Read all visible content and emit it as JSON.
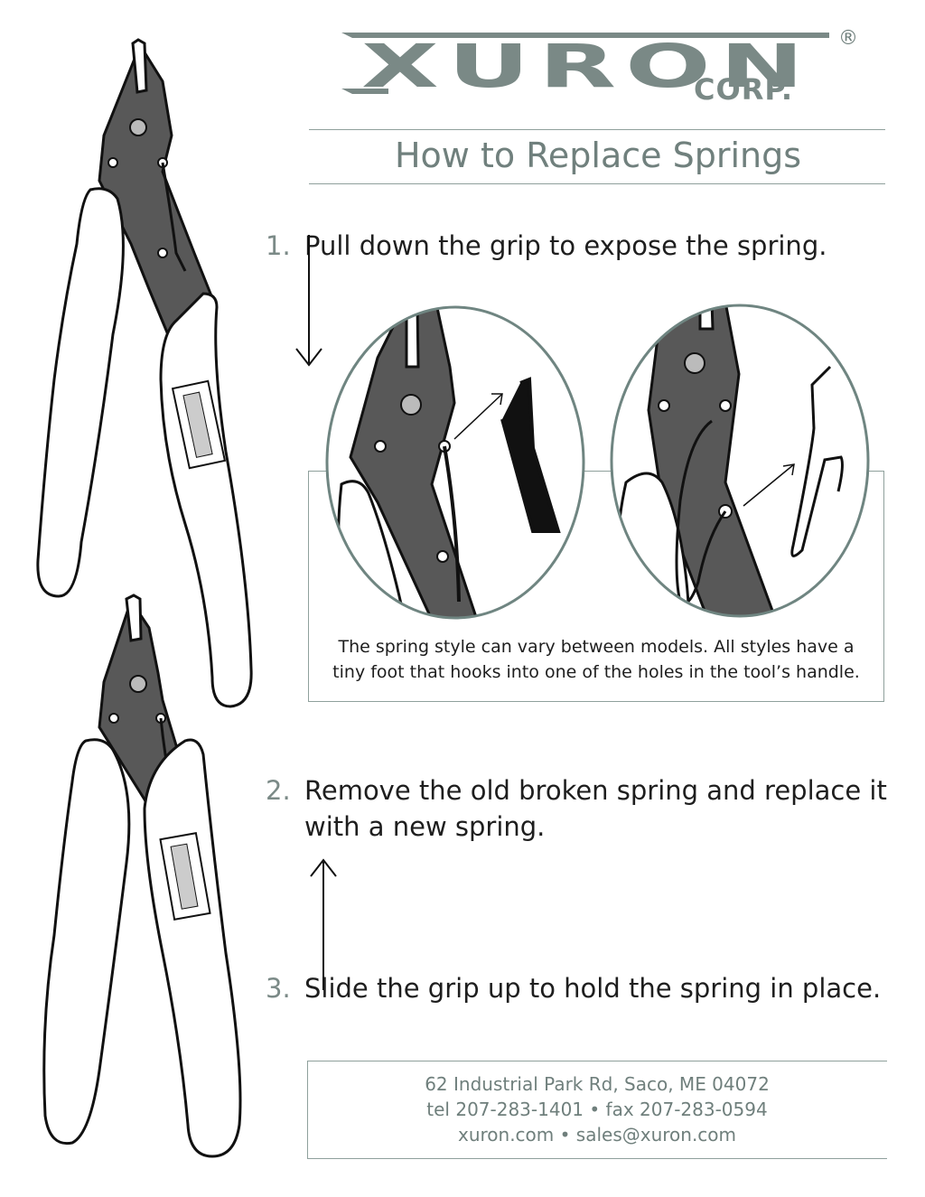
{
  "header": {
    "logo_text": "XURON",
    "logo_sub": "CORP.",
    "registered_mark": "®",
    "title": "How to Replace Springs"
  },
  "steps": [
    {
      "number": "1.",
      "text": "Pull down the grip to expose the spring."
    },
    {
      "number": "2.",
      "text_line1": "Remove the old broken spring and replace it",
      "text_line2": "with a new spring."
    },
    {
      "number": "3.",
      "text": "Slide the grip up to hold the spring in place."
    }
  ],
  "note": {
    "line1": "The spring style can vary between models.  All styles have a",
    "line2": "tiny foot that hooks into one of the holes in the tool’s handle."
  },
  "footer": {
    "address": "62 Industrial Park Rd, Saco, ME 04072",
    "phones": "tel 207-283-1401  •  fax 207-283-0594",
    "web": "xuron.com  •  sales@xuron.com"
  },
  "colors": {
    "brand_gray": "#7a8986",
    "tool_dark": "#555555",
    "rule": "#8fa09c"
  }
}
